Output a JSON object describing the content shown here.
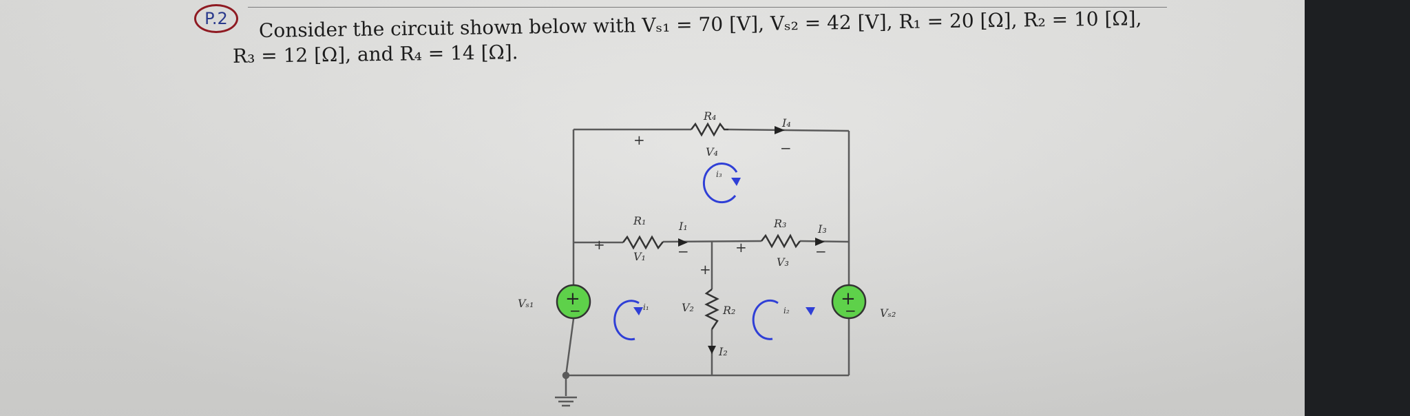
{
  "problem": {
    "number": "P.2",
    "line1": "Consider the circuit shown below with Vₛ₁ = 70 [V], Vₛ₂ = 42 [V], R₁ = 20 [Ω], R₂ = 10 [Ω],",
    "line2": "R₃ = 12 [Ω], and R₄ = 14 [Ω]."
  },
  "circuit": {
    "labels": {
      "R4": "R₄",
      "I4": "I₄",
      "V4": "V₄",
      "i3": "i₃",
      "R1": "R₁",
      "I1": "I₁",
      "V1": "V₁",
      "R3": "R₃",
      "I3": "I₃",
      "V3": "V₃",
      "Vs1": "Vₛ₁",
      "Vs2": "Vₛ₂",
      "V2": "V₂",
      "R2": "R₂",
      "I2": "I₂",
      "i1": "i₁",
      "i2": "i₂",
      "plus": "+",
      "minus": "−"
    },
    "colors": {
      "wire": "#5a5a5a",
      "source_fill": "#5ed14a",
      "loop_arrow": "#2f3fd6"
    }
  }
}
